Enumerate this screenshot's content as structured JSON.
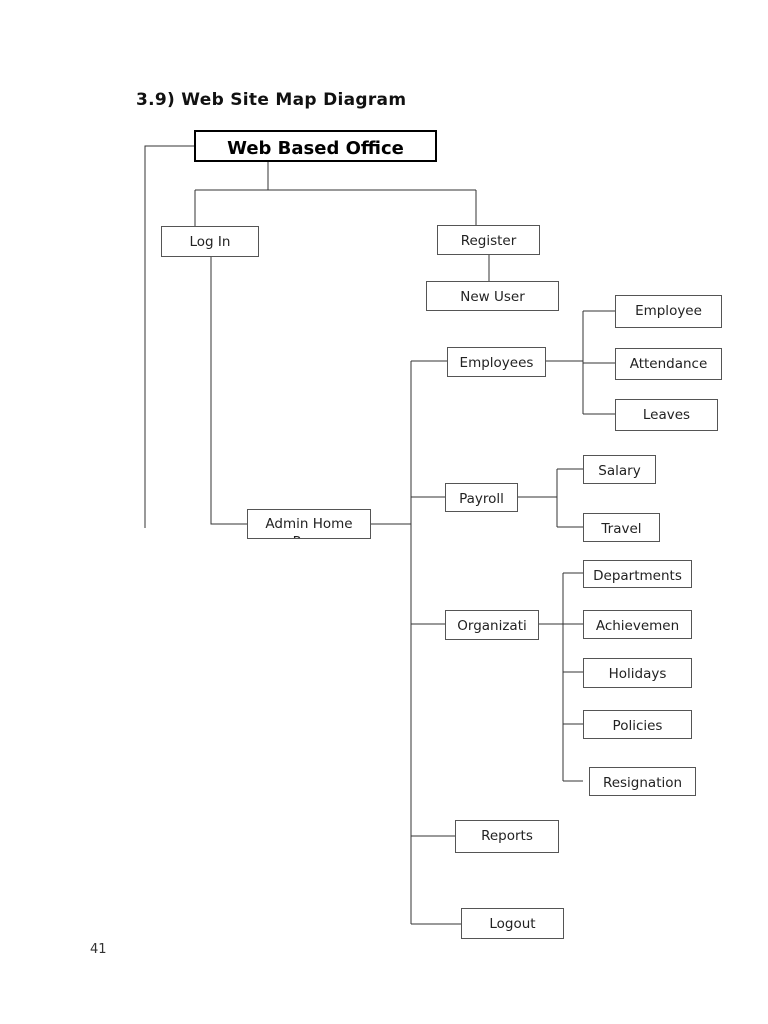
{
  "document": {
    "title": "3.9) Web Site Map Diagram",
    "page_number": "41"
  },
  "colors": {
    "page_background": "#ffffff",
    "box_border": "#555555",
    "root_box_border": "#000000",
    "connector_line": "#333333",
    "text": "#222222"
  },
  "diagram": {
    "type": "site-map-tree",
    "root": {
      "label": "Web Based Office"
    },
    "nodes": {
      "login": {
        "label": "Log In"
      },
      "register": {
        "label": "Register"
      },
      "new_user": {
        "label": "New User"
      },
      "admin_home": {
        "label": "Admin Home Page"
      },
      "employees": {
        "label": "Employees"
      },
      "employee": {
        "label": "Employee"
      },
      "attendance": {
        "label": "Attendance"
      },
      "leaves": {
        "label": "Leaves"
      },
      "payroll": {
        "label": "Payroll"
      },
      "salary": {
        "label": "Salary"
      },
      "travel": {
        "label": "Travel"
      },
      "organization": {
        "label": "Organizati"
      },
      "departments": {
        "label": "Departments"
      },
      "achievements": {
        "label": "Achievemen"
      },
      "holidays": {
        "label": "Holidays"
      },
      "policies": {
        "label": "Policies"
      },
      "resignation": {
        "label": "Resignation"
      },
      "reports": {
        "label": "Reports"
      },
      "logout": {
        "label": "Logout"
      }
    }
  }
}
